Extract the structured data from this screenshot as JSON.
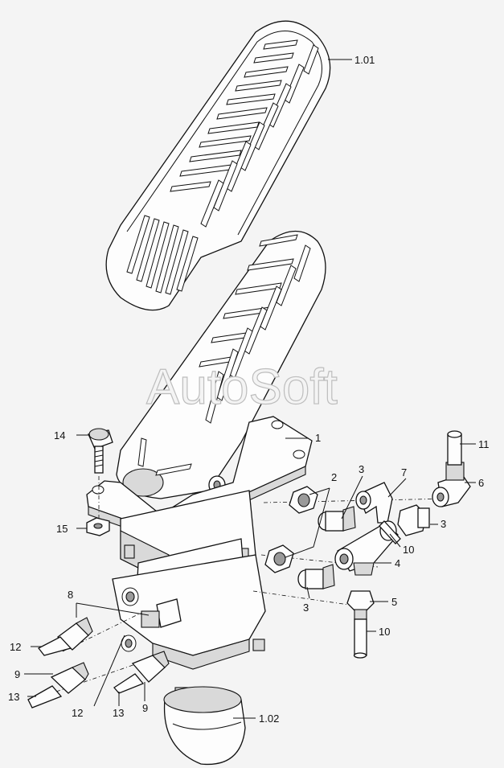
{
  "watermark": "AutoSoft",
  "callouts": {
    "c1_01": "1.01",
    "c1": "1",
    "c1_02": "1.02",
    "c2": "2",
    "c3a": "3",
    "c3b": "3",
    "c3c": "3",
    "c4": "4",
    "c5": "5",
    "c6": "6",
    "c7": "7",
    "c8": "8",
    "c9a": "9",
    "c9b": "9",
    "c10a": "10",
    "c10b": "10",
    "c11": "11",
    "c12a": "12",
    "c12b": "12",
    "c13a": "13",
    "c13b": "13",
    "c14": "14",
    "c15": "15"
  }
}
